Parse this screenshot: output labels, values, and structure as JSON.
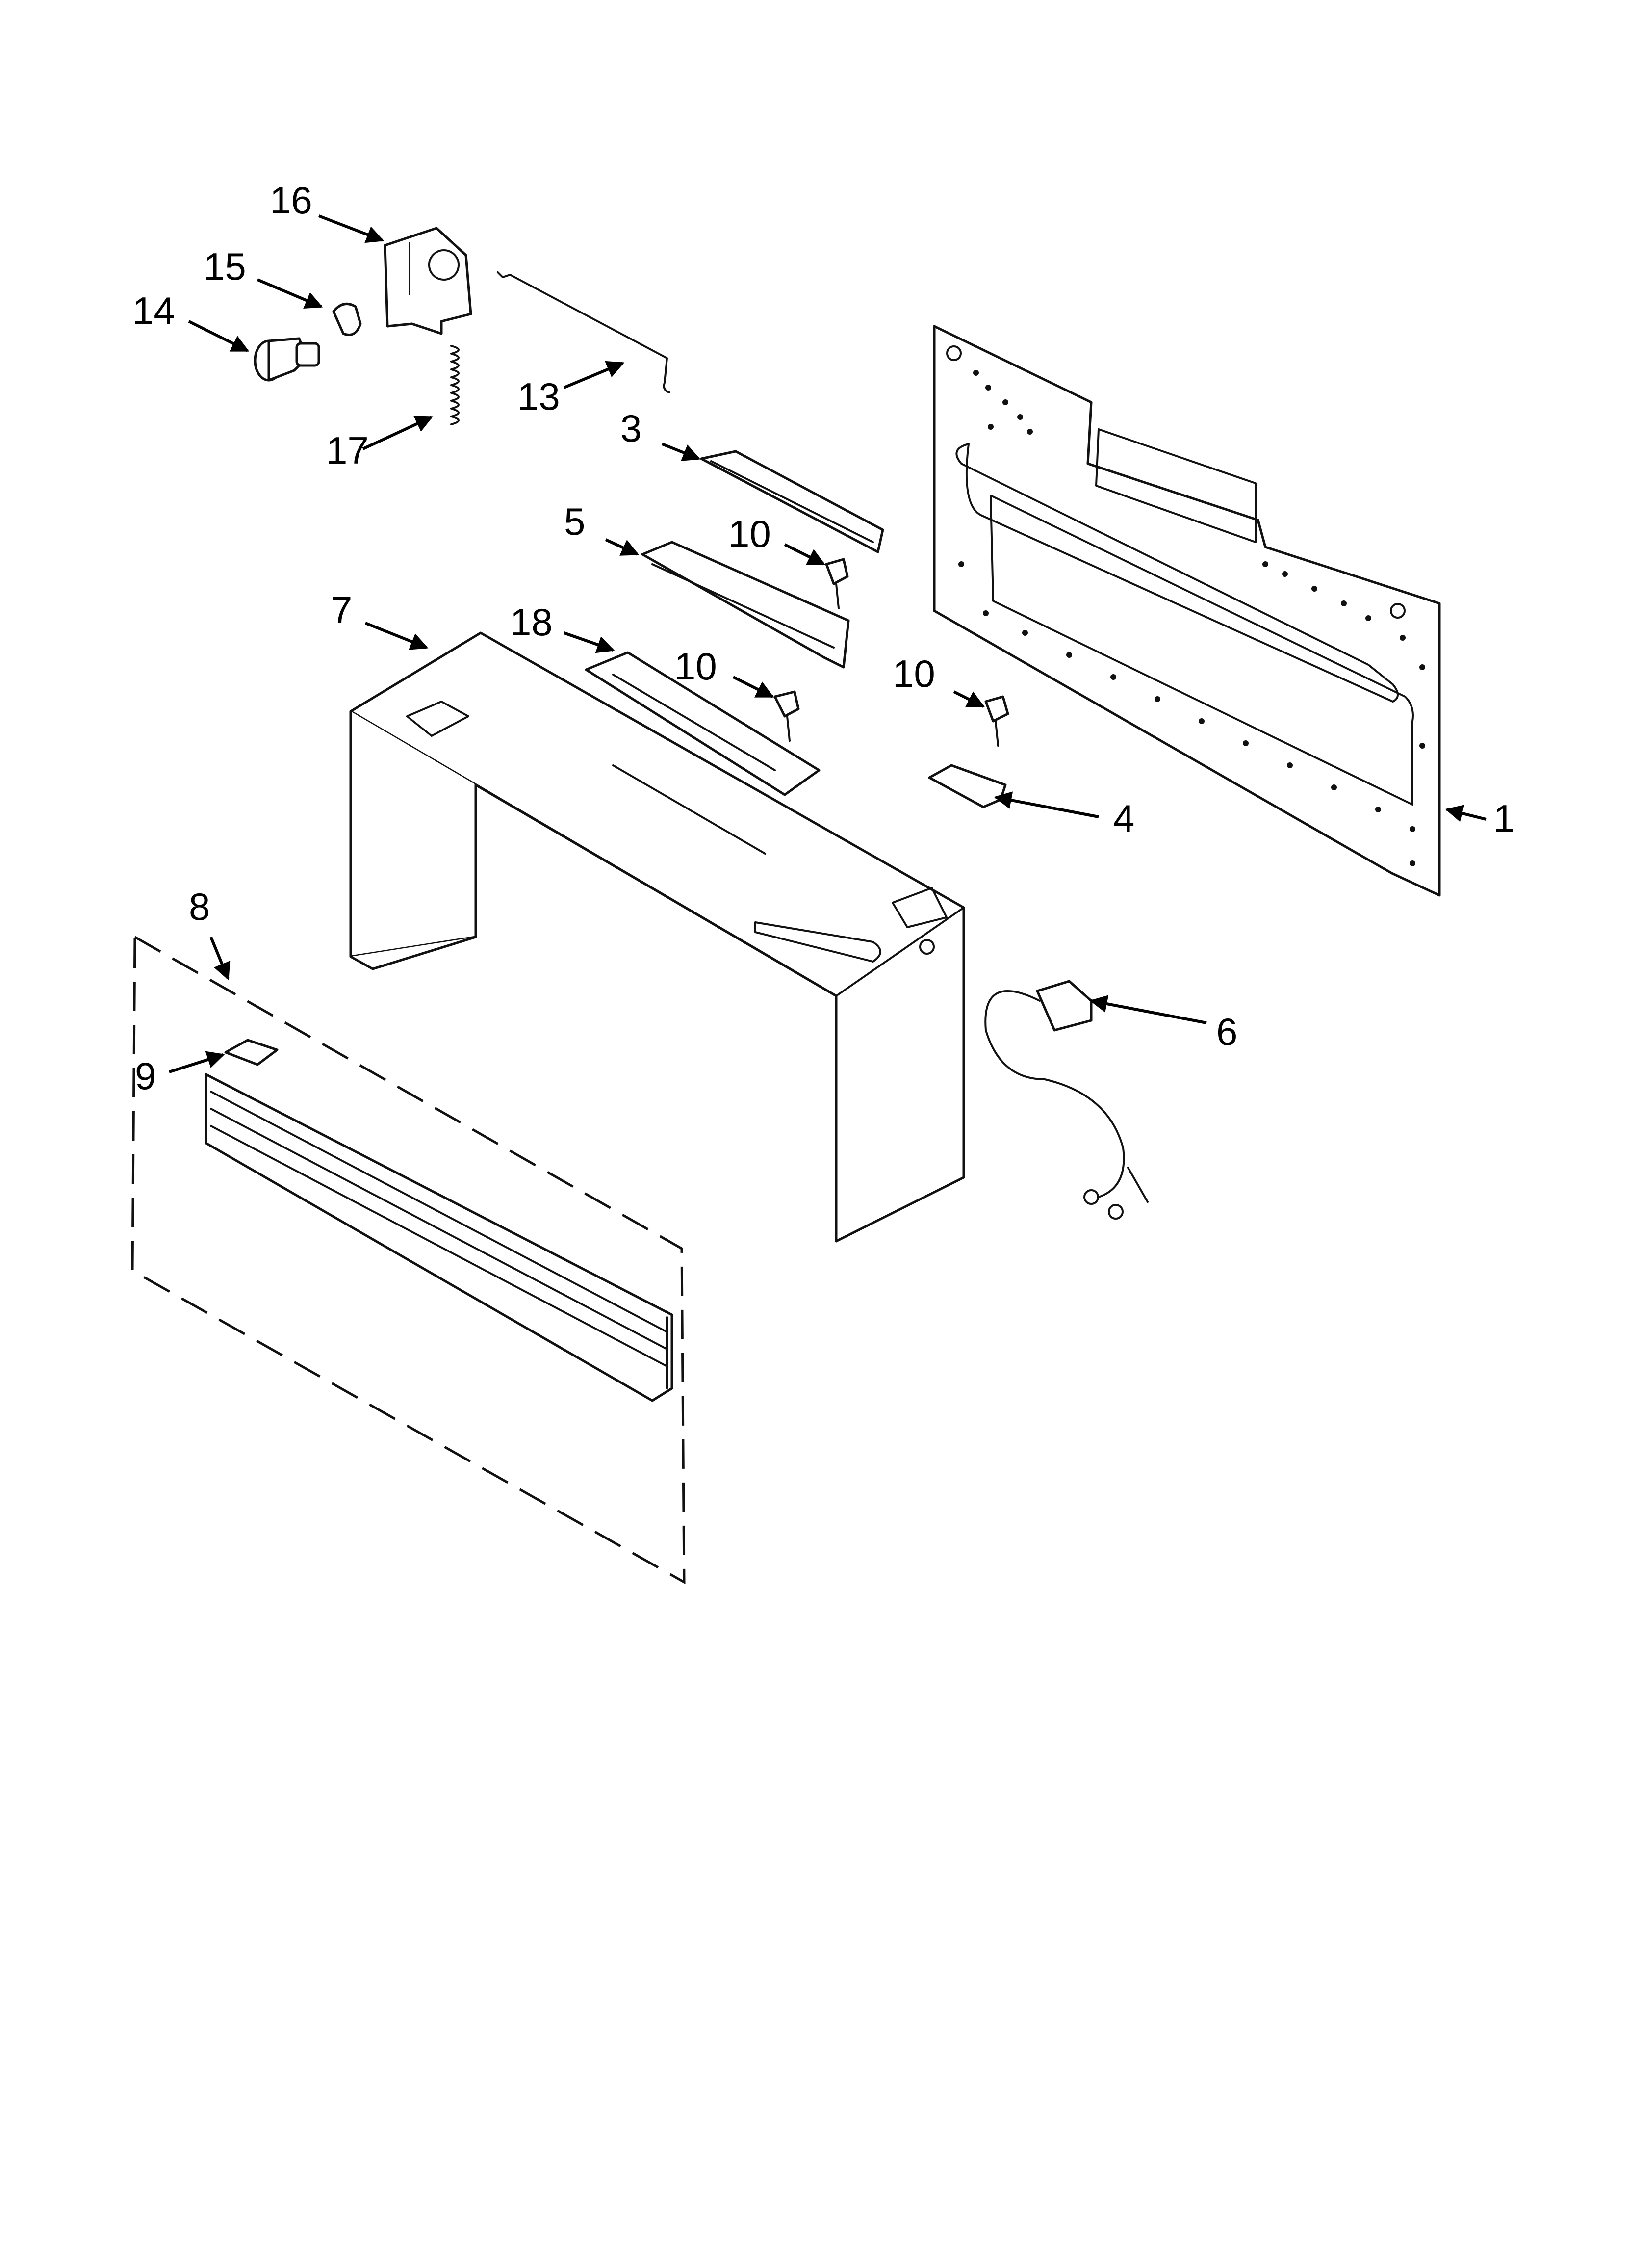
{
  "callouts": {
    "c1": "1",
    "c3": "3",
    "c4": "4",
    "c5": "5",
    "c6": "6",
    "c7": "7",
    "c8": "8",
    "c9": "9",
    "c10a": "10",
    "c10b": "10",
    "c10c": "10",
    "c13": "13",
    "c14": "14",
    "c15": "15",
    "c16": "16",
    "c17": "17",
    "c18": "18"
  },
  "colors": {
    "line": "#111111",
    "background": "#ffffff"
  }
}
